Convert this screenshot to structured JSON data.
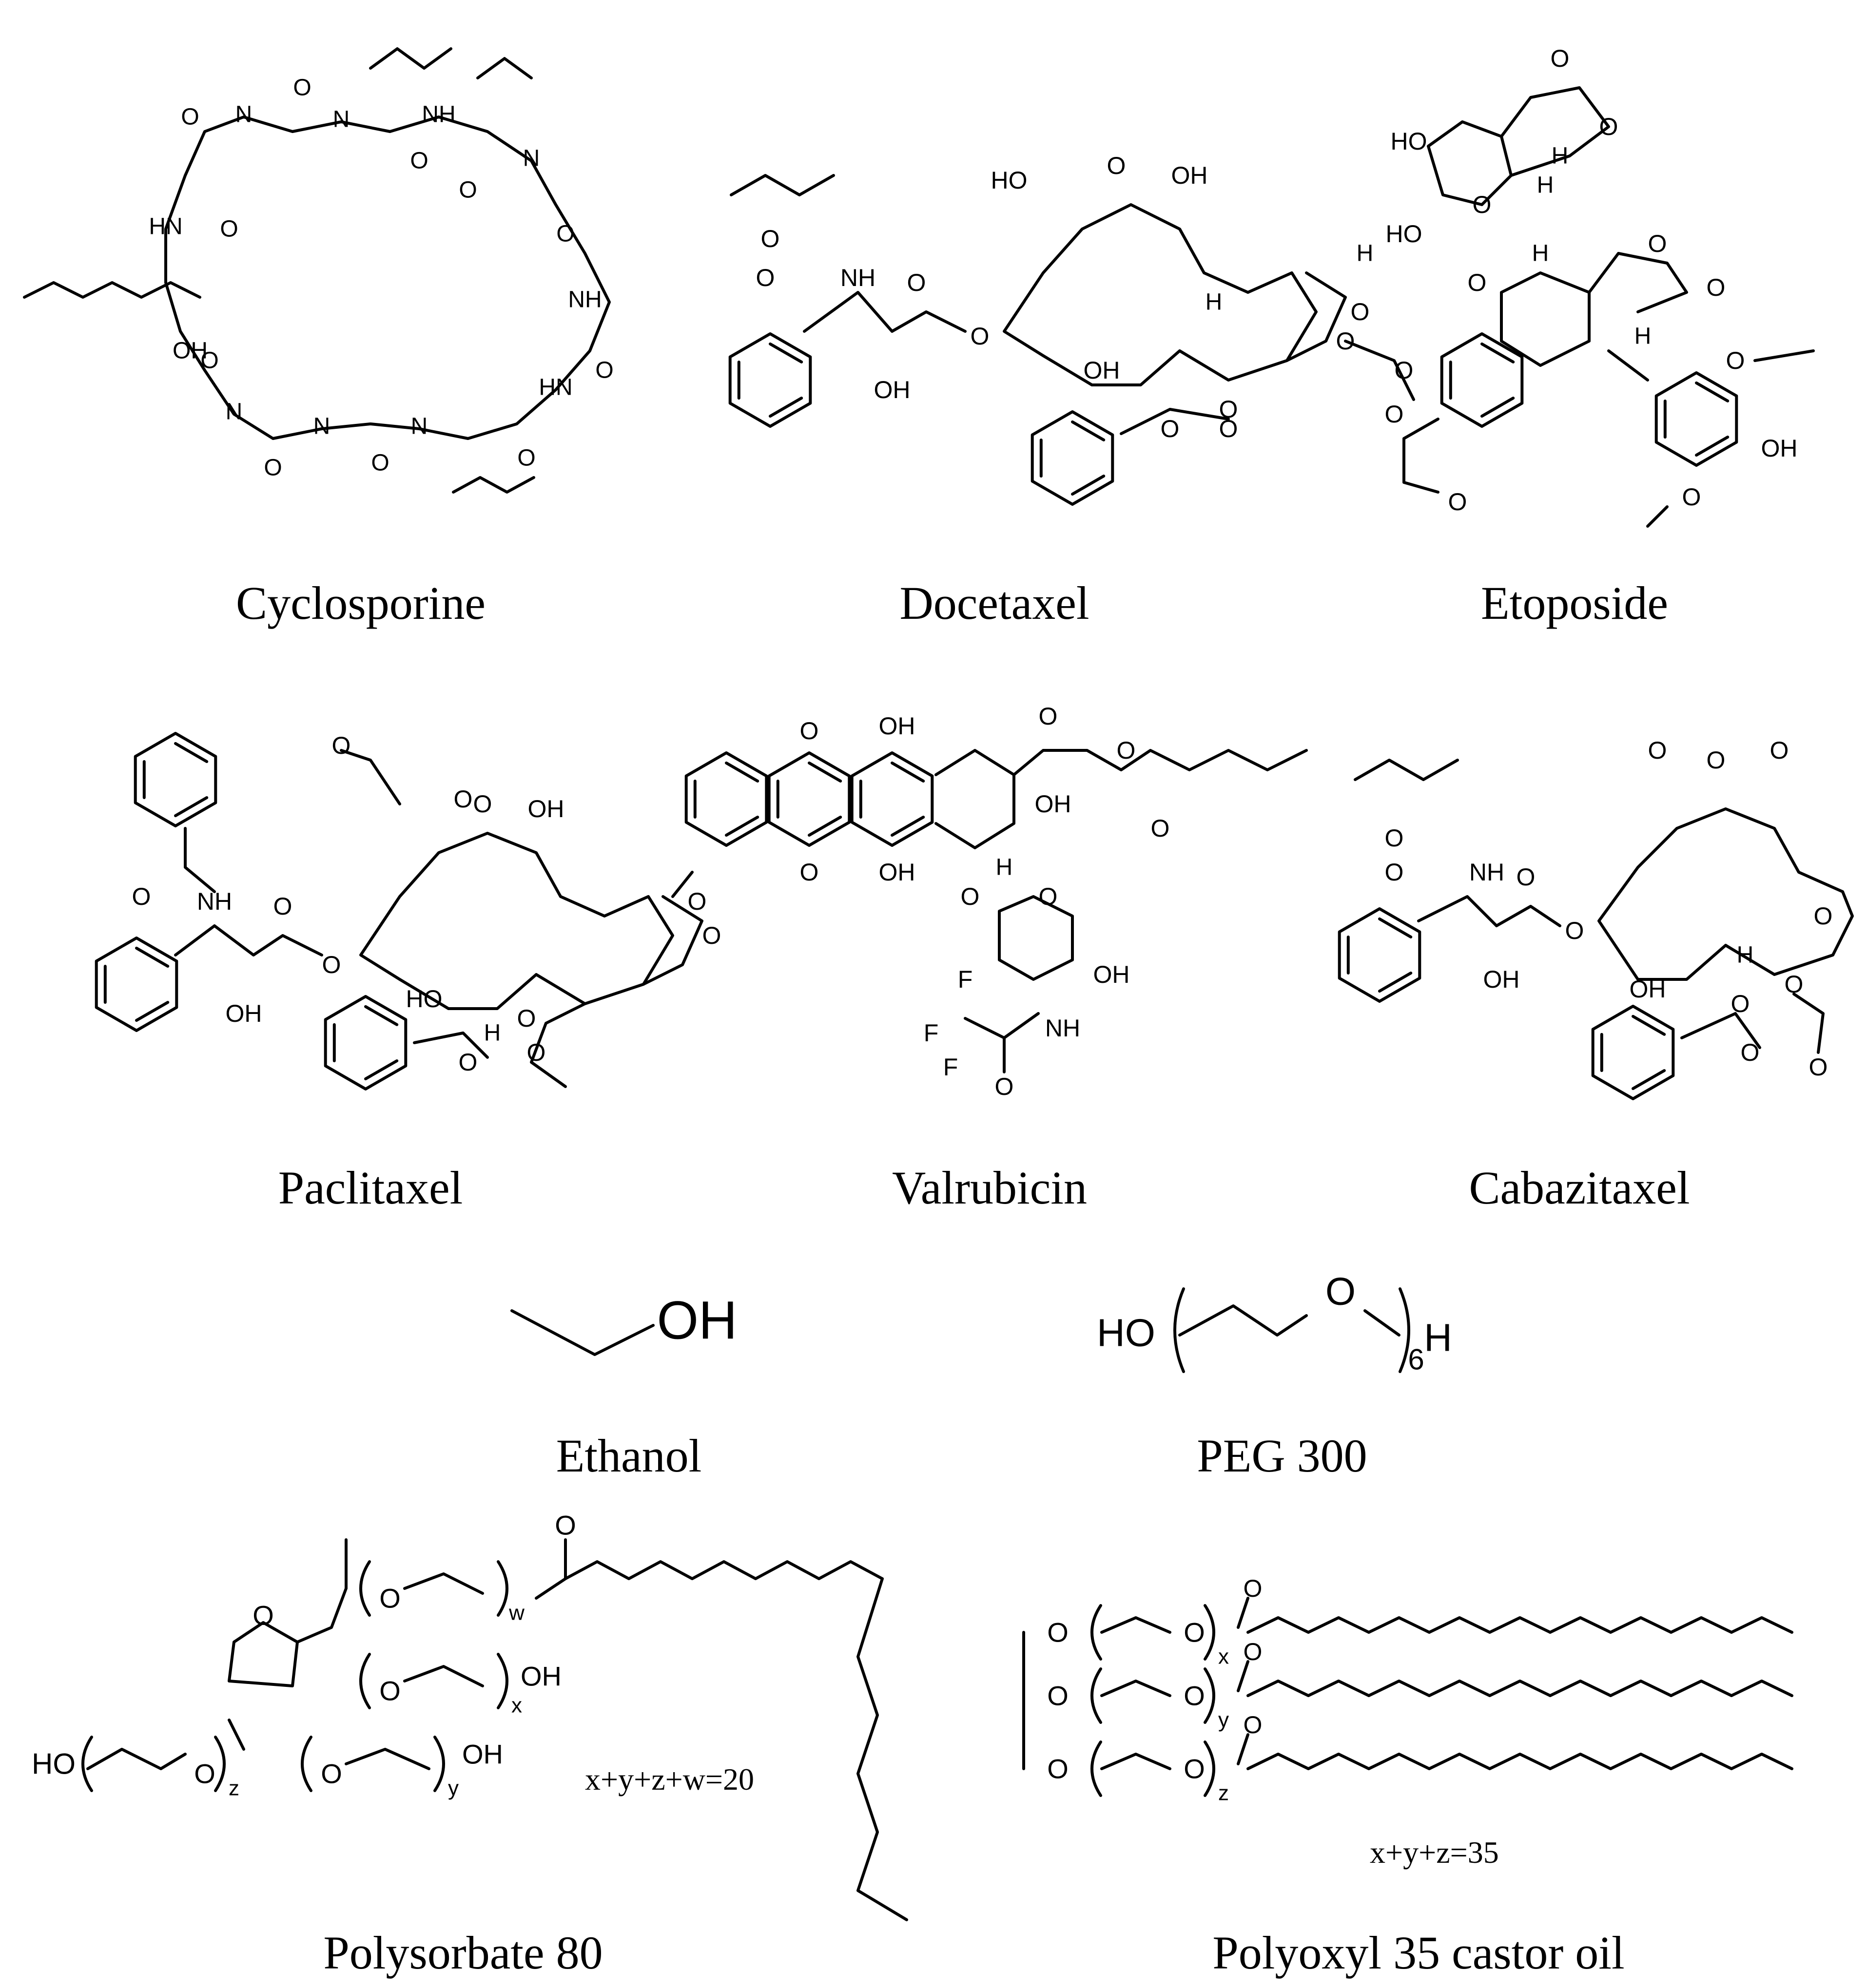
{
  "compounds": [
    {
      "name": "Cyclosporine"
    },
    {
      "name": "Docetaxel"
    },
    {
      "name": "Etoposide"
    },
    {
      "name": "Paclitaxel"
    },
    {
      "name": "Valrubicin"
    },
    {
      "name": "Cabazitaxel"
    },
    {
      "name": "Ethanol"
    },
    {
      "name": "PEG 300"
    },
    {
      "name": "Polysorbate 80"
    },
    {
      "name": "Polyoxyl 35 castor oil"
    }
  ],
  "notes": {
    "polysorbate": "x+y+z+w=20",
    "castor": "x+y+z=35"
  },
  "atoms": {
    "oh": "OH",
    "ho": "HO",
    "o": "O",
    "n": "N",
    "nh": "NH",
    "hn": "HN",
    "h": "H",
    "f": "F",
    "six": "6",
    "x": "x",
    "y": "y",
    "z": "z",
    "w": "w"
  }
}
